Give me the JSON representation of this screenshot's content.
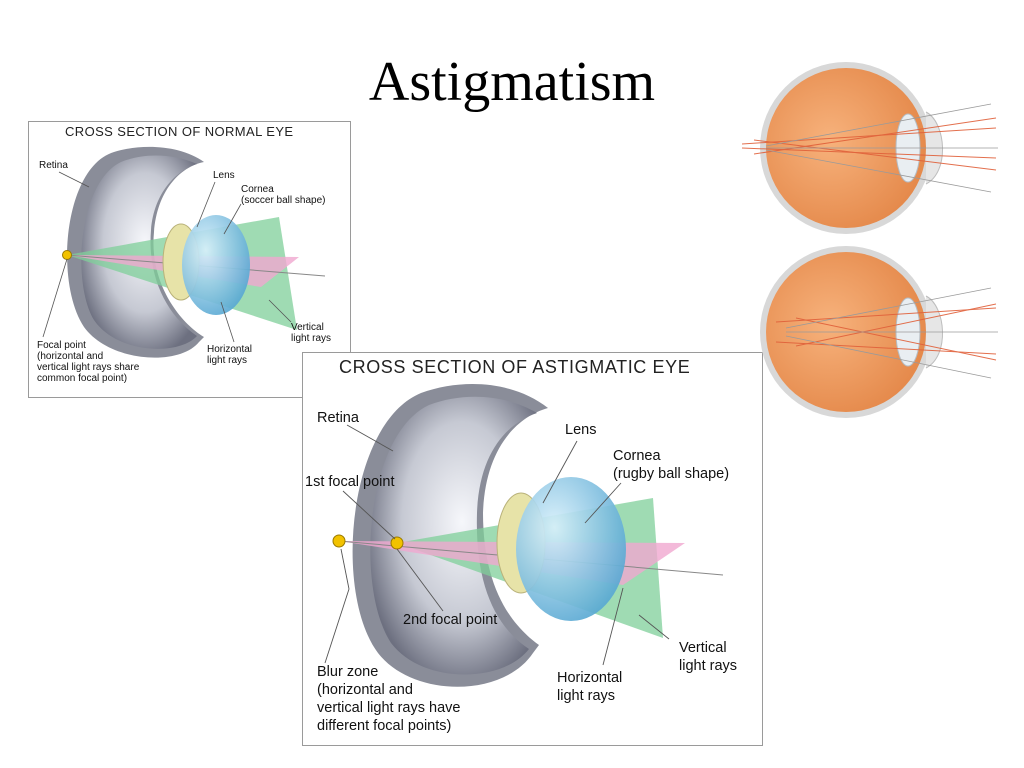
{
  "slide": {
    "title": "Astigmatism"
  },
  "normal_eye": {
    "heading": "CROSS SECTION OF NORMAL EYE",
    "labels": {
      "retina": "Retina",
      "lens": "Lens",
      "cornea": "Cornea\n(soccer ball shape)",
      "focal_point": "Focal point\n(horizontal and\nvertical light rays share\ncommon focal point)",
      "horizontal_rays": "Horizontal\nlight rays",
      "vertical_rays": "Vertical\nlight rays"
    }
  },
  "astigmatic_eye": {
    "heading": "CROSS SECTION OF ASTIGMATIC EYE",
    "labels": {
      "retina": "Retina",
      "lens": "Lens",
      "cornea": "Cornea\n(rugby ball shape)",
      "first_focal_point": "1st focal point",
      "second_focal_point": "2nd focal point",
      "blur_zone": "Blur zone\n(horizontal and\nvertical light rays have\ndifferent  focal points)",
      "horizontal_rays": "Horizontal\nlight rays",
      "vertical_rays": "Vertical\nlight rays"
    }
  },
  "colors": {
    "vertical_plane": "#7fcf9a",
    "horizontal_plane": "#f0a8cf",
    "cornea": "#7ec3e6",
    "lens": "#e7e3a8",
    "focal_dot": "#f2c200",
    "eyeball": "#f0a46a",
    "ray": "#e0603a"
  }
}
